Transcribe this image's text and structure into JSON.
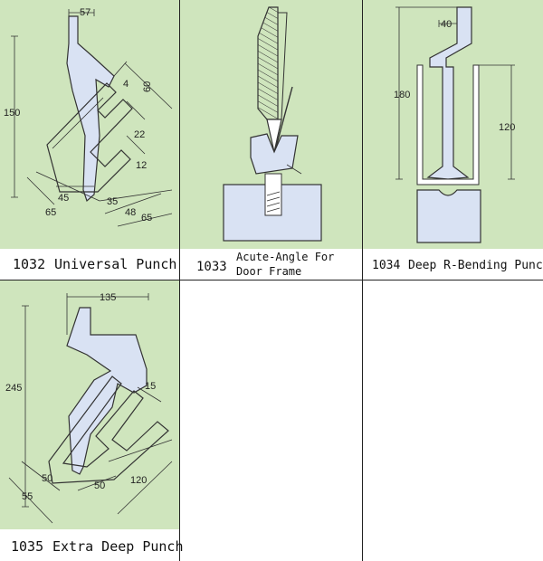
{
  "tools": [
    {
      "code": "1032",
      "name": "Universal Punch",
      "dims": {
        "top": "57",
        "height": "150",
        "d60": "60",
        "d4": "4",
        "d22": "22",
        "d12": "12",
        "d45": "45",
        "d65a": "65",
        "d35": "35",
        "d48": "48",
        "d65b": "65"
      }
    },
    {
      "code": "1033",
      "name_line1": "Acute-Angle For",
      "name_line2": "Door Frame"
    },
    {
      "code": "1034",
      "name": "Deep R-Bending Punch",
      "dims": {
        "top": "40",
        "height": "180",
        "inner": "120"
      }
    },
    {
      "code": "1035",
      "name": "Extra Deep Punch",
      "dims": {
        "top": "135",
        "height": "245",
        "d15": "15",
        "d50a": "50",
        "d55": "55",
        "d50b": "50",
        "d120": "120"
      }
    }
  ]
}
